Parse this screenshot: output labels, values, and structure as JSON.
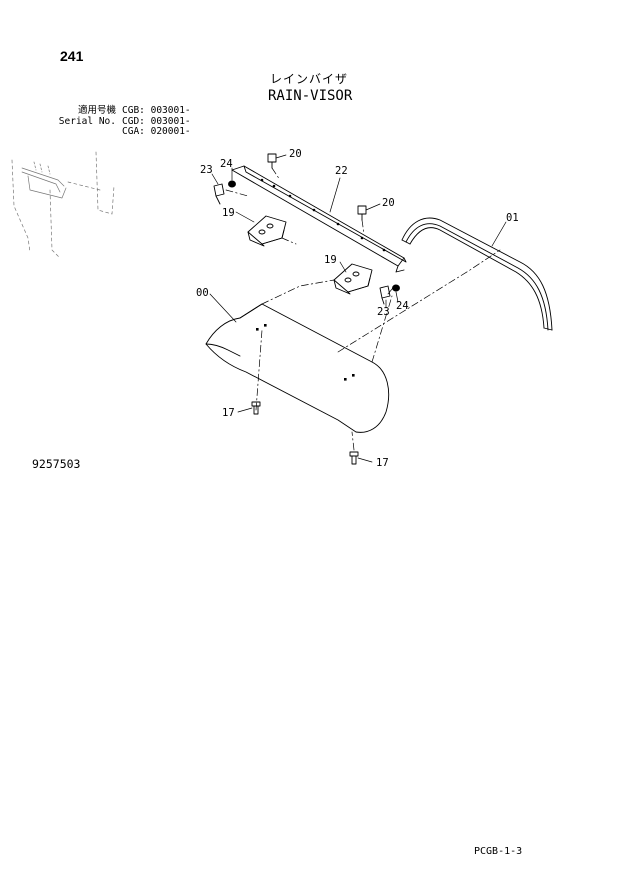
{
  "page": {
    "number": "241",
    "title_jp": "レインバイザ",
    "title_en": "RAIN-VISOR",
    "drawing_number": "9257503",
    "footer_code": "PCGB-1-3"
  },
  "serials": [
    {
      "label": "適用号機",
      "value": "CGB: 003001-"
    },
    {
      "label": "Serial No.",
      "value": "CGD: 003001-"
    },
    {
      "label": "",
      "value": "CGA: 020001-"
    }
  ],
  "callouts": [
    {
      "id": "c-20a",
      "text": "20"
    },
    {
      "id": "c-24a",
      "text": "24"
    },
    {
      "id": "c-23a",
      "text": "23"
    },
    {
      "id": "c-22",
      "text": "22"
    },
    {
      "id": "c-20b",
      "text": "20"
    },
    {
      "id": "c-19a",
      "text": "19"
    },
    {
      "id": "c-01",
      "text": "01"
    },
    {
      "id": "c-19b",
      "text": "19"
    },
    {
      "id": "c-00",
      "text": "00"
    },
    {
      "id": "c-23b",
      "text": "23"
    },
    {
      "id": "c-24b",
      "text": "24"
    },
    {
      "id": "c-17a",
      "text": "17"
    },
    {
      "id": "c-17b",
      "text": "17"
    }
  ]
}
